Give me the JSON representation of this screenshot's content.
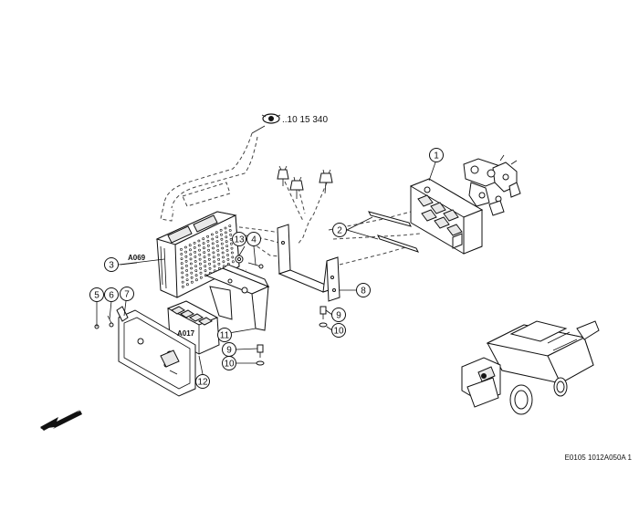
{
  "reference": {
    "icon": "eye-icon",
    "text": "..10 15 340"
  },
  "callouts": [
    {
      "id": "1",
      "label": "1"
    },
    {
      "id": "2",
      "label": "2"
    },
    {
      "id": "3",
      "label": "3"
    },
    {
      "id": "4",
      "label": "4"
    },
    {
      "id": "5",
      "label": "5"
    },
    {
      "id": "6",
      "label": "6"
    },
    {
      "id": "7",
      "label": "7"
    },
    {
      "id": "8",
      "label": "8"
    },
    {
      "id": "9a",
      "label": "9"
    },
    {
      "id": "10a",
      "label": "10"
    },
    {
      "id": "9b",
      "label": "9"
    },
    {
      "id": "10b",
      "label": "10"
    },
    {
      "id": "11",
      "label": "11"
    },
    {
      "id": "12",
      "label": "12"
    },
    {
      "id": "13",
      "label": "13"
    }
  ],
  "part_codes": {
    "a069": "A069",
    "a017": "A017"
  },
  "footer": {
    "drawing_code": "E0105 1012A050A 1"
  },
  "colors": {
    "line": "#111111",
    "background": "#ffffff"
  }
}
